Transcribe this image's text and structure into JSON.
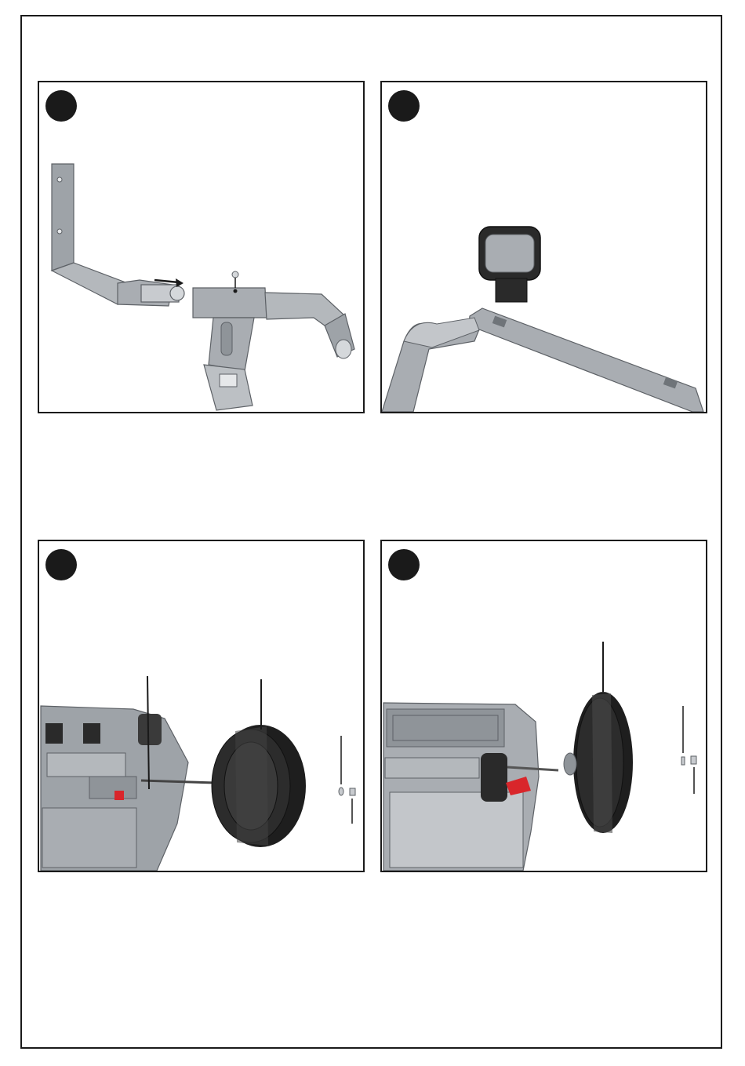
{
  "document": {
    "type": "assembly-instructions-page",
    "panels": [
      {
        "step_marker": "filled-circle",
        "content": "handlebar-tube-insertion-illustration"
      },
      {
        "step_marker": "filled-circle",
        "content": "seat-back-cushion-on-frame-illustration"
      },
      {
        "step_marker": "filled-circle",
        "content": "rear-wheel-removal-illustration"
      },
      {
        "step_marker": "filled-circle",
        "content": "wheel-mounting-on-axle-illustration"
      }
    ],
    "colors": {
      "frame": "#1a1a1a",
      "part_gray": "#a9adb2",
      "tire_black": "#1e1e1e",
      "accent_red": "#d9262b"
    }
  }
}
